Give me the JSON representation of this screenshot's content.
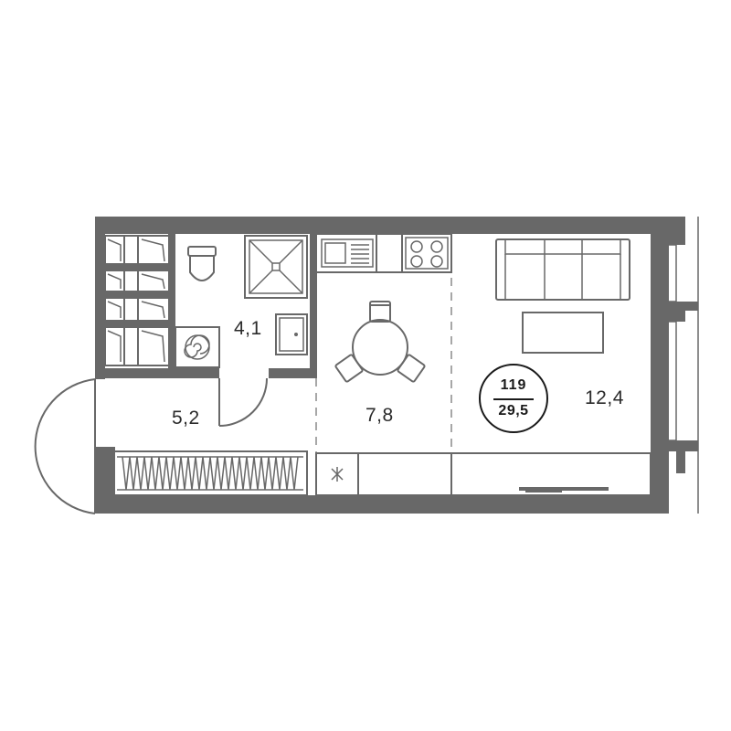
{
  "rooms": {
    "hall_area": "5,2",
    "bathroom_area": "4,1",
    "kitchen_area": "7,8",
    "living_area": "12,4"
  },
  "unit": {
    "number": "119",
    "total_area": "29,5"
  },
  "colors": {
    "wall": "#686868",
    "line": "#686868",
    "text": "#2b2b2b",
    "badge": "#1a1a1a"
  },
  "icons": [
    "toilet-icon",
    "shower-tray-icon",
    "sink-icon",
    "washing-machine-icon",
    "stove-icon",
    "kitchen-sink-icon",
    "sofa-icon",
    "table-icon",
    "chair-icon",
    "tv-icon",
    "radiator-icon",
    "vent-icon",
    "door-swing-icon"
  ]
}
